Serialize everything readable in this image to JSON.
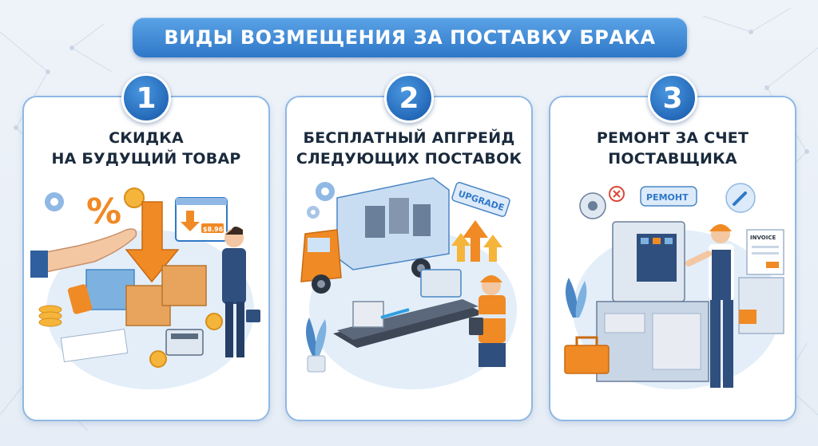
{
  "header": {
    "title": "ВИДЫ ВОЗМЕЩЕНИЯ ЗА ПОСТАВКУ БРАКА"
  },
  "cards": [
    {
      "number": "1",
      "title_lines": [
        "СКИДКА",
        "НА БУДУЩИЙ ТОВАР"
      ],
      "illustration": {
        "price_tag": "$8.96",
        "discount_symbol": "%"
      }
    },
    {
      "number": "2",
      "title_lines": [
        "БЕСПЛАТНЫЙ АПГРЕЙД",
        "СЛЕДУЮЩИХ ПОСТАВОК"
      ],
      "illustration": {
        "tag": "UPGRADE"
      }
    },
    {
      "number": "3",
      "title_lines": [
        "РЕМОНТ ЗА СЧЕТ",
        "ПОСТАВЩИКА"
      ],
      "illustration": {
        "tag": "РЕМОНТ",
        "document": "INVOICE"
      }
    }
  ],
  "colors": {
    "accent_blue": "#2f78c8",
    "card_border": "#8fb8e4",
    "orange": "#f08a24",
    "title_text": "#1a2a3c"
  }
}
